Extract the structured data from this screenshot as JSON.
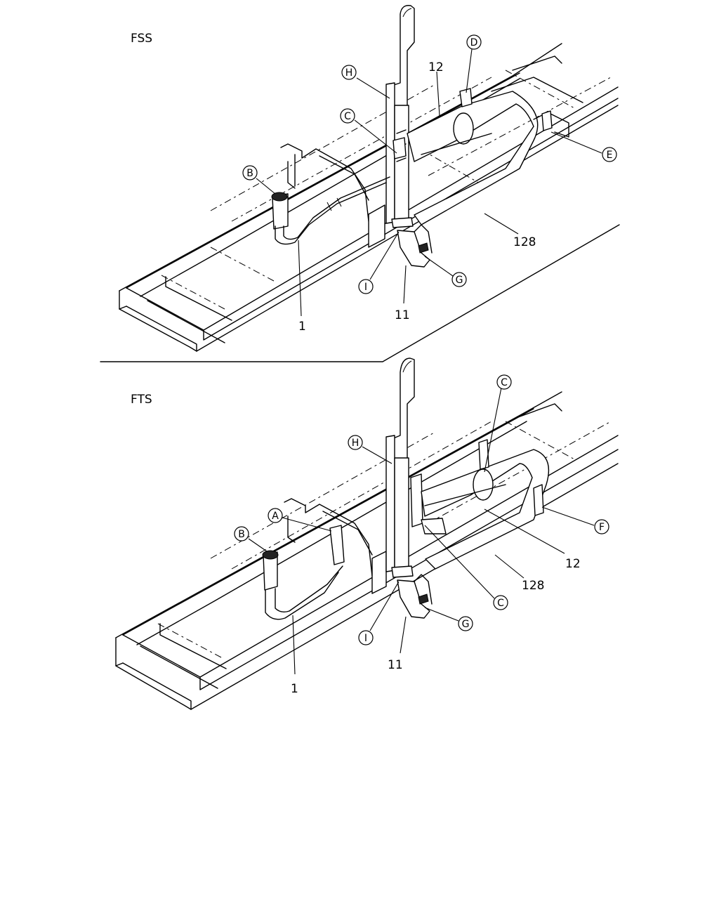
{
  "views": [
    {
      "title": "FSS",
      "callouts": [
        {
          "key": "fss-h",
          "letter": "H"
        },
        {
          "key": "fss-c",
          "letter": "C"
        },
        {
          "key": "fss-d",
          "letter": "D"
        },
        {
          "key": "fss-e",
          "letter": "E"
        },
        {
          "key": "fss-b",
          "letter": "B"
        },
        {
          "key": "fss-i",
          "letter": "I"
        },
        {
          "key": "fss-g",
          "letter": "G"
        }
      ],
      "part_numbers": [
        {
          "key": "fss-12",
          "label": "12"
        },
        {
          "key": "fss-128",
          "label": "128"
        },
        {
          "key": "fss-11",
          "label": "11"
        },
        {
          "key": "fss-1",
          "label": "1"
        }
      ]
    },
    {
      "title": "FTS",
      "callouts": [
        {
          "key": "fts-h",
          "letter": "H"
        },
        {
          "key": "fts-c-top",
          "letter": "C"
        },
        {
          "key": "fts-a",
          "letter": "A"
        },
        {
          "key": "fts-b",
          "letter": "B"
        },
        {
          "key": "fts-f",
          "letter": "F"
        },
        {
          "key": "fts-c-bottom",
          "letter": "C"
        },
        {
          "key": "fts-i",
          "letter": "I"
        },
        {
          "key": "fts-g",
          "letter": "G"
        }
      ],
      "part_numbers": [
        {
          "key": "fts-12",
          "label": "12"
        },
        {
          "key": "fts-128",
          "label": "128"
        },
        {
          "key": "fts-11",
          "label": "11"
        },
        {
          "key": "fts-1",
          "label": "1"
        }
      ]
    }
  ]
}
